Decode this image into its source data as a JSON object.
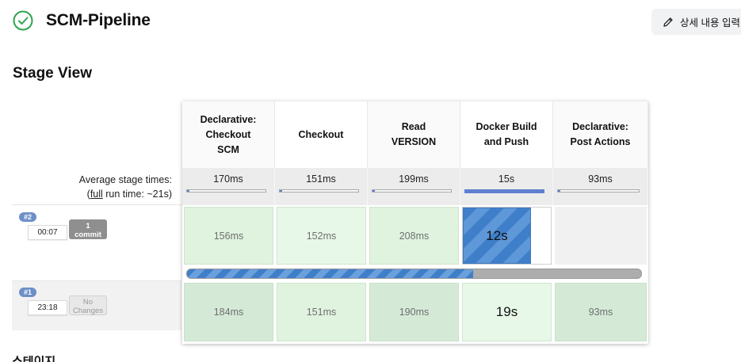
{
  "header": {
    "title": "SCM-Pipeline",
    "status": "success",
    "edit_description_label": "상세 내용 입력",
    "status_color": "#2ea44f"
  },
  "stage_view": {
    "title": "Stage View",
    "average_label": "Average stage times:",
    "full_run_prefix": "(",
    "full_run_link": "full",
    "full_run_suffix": " run time: ~21s)",
    "stages": [
      {
        "name_lines": [
          "Declarative:",
          "Checkout",
          "SCM"
        ],
        "avg": "170ms",
        "avg_fraction": 0.0
      },
      {
        "name_lines": [
          "Checkout"
        ],
        "avg": "151ms",
        "avg_fraction": 0.0
      },
      {
        "name_lines": [
          "Read",
          "VERSION"
        ],
        "avg": "199ms",
        "avg_fraction": 0.0
      },
      {
        "name_lines": [
          "Docker Build",
          "and Push"
        ],
        "avg": "15s",
        "avg_fraction": 1.0
      },
      {
        "name_lines": [
          "Declarative:",
          "Post Actions"
        ],
        "avg": "93ms",
        "avg_fraction": 0.0
      }
    ],
    "builds": [
      {
        "number": "#2",
        "time": "00:07",
        "changes_line1": "1",
        "changes_line2": "commit",
        "cells": [
          "156ms",
          "152ms",
          "208ms",
          "12s",
          ""
        ],
        "progress_fraction": 0.63
      },
      {
        "number": "#1",
        "time": "23:18",
        "changes_line1": "No",
        "changes_line2": "Changes",
        "cells": [
          "184ms",
          "151ms",
          "190ms",
          "19s",
          "93ms"
        ]
      }
    ]
  },
  "footer": {
    "partial_heading": "스테이지"
  }
}
